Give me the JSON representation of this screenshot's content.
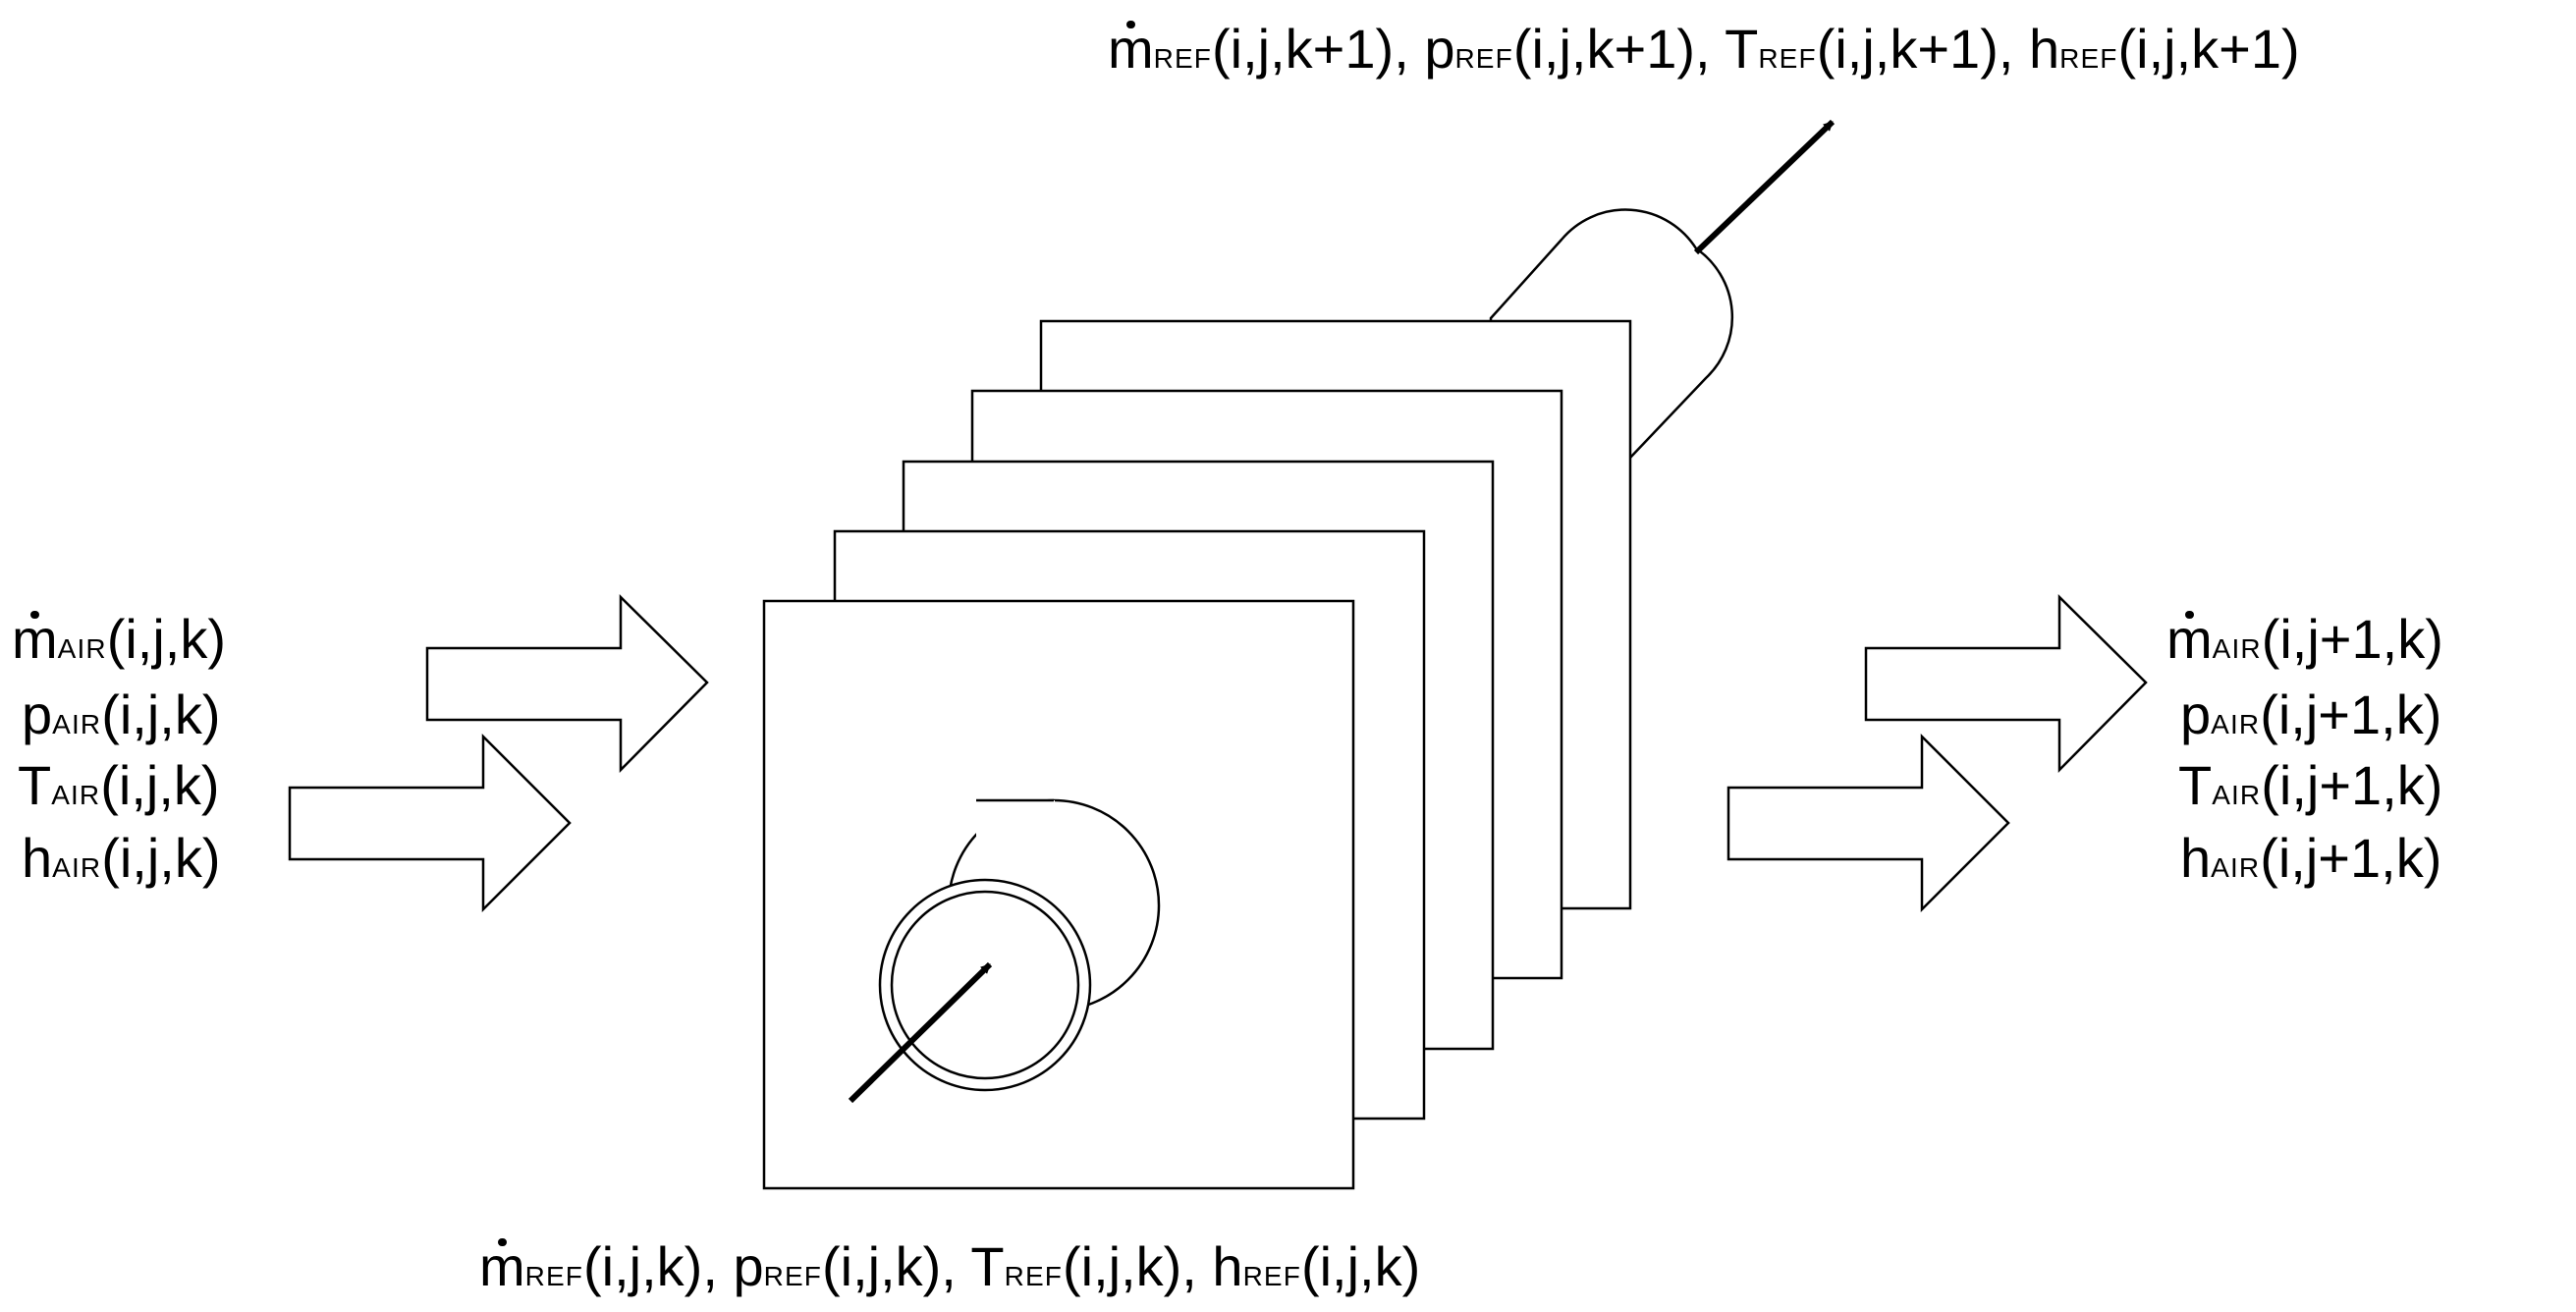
{
  "labels": {
    "top": {
      "m": {
        "base": "m",
        "sub": "REF",
        "args": "(i,j,k+1)"
      },
      "p": {
        "base": "p",
        "sub": "REF",
        "args": "(i,j,k+1)"
      },
      "T": {
        "base": "T",
        "sub": "REF",
        "args": "(i,j,k+1)"
      },
      "h": {
        "base": "h",
        "sub": "REF",
        "args": "(i,j,k+1)"
      },
      "sep": ", "
    },
    "bottom": {
      "m": {
        "base": "m",
        "sub": "REF",
        "args": "(i,j,k)"
      },
      "p": {
        "base": "p",
        "sub": "REF",
        "args": "(i,j,k)"
      },
      "T": {
        "base": "T",
        "sub": "REF",
        "args": "(i,j,k)"
      },
      "h": {
        "base": "h",
        "sub": "REF",
        "args": "(i,j,k)"
      },
      "sep": ", "
    },
    "left": {
      "m": {
        "base": "m",
        "sub": "AIR",
        "args": "(i,j,k)"
      },
      "p": {
        "base": "p",
        "sub": "AIR",
        "args": "(i,j,k)"
      },
      "T": {
        "base": "T",
        "sub": "AIR",
        "args": "(i,j,k)"
      },
      "h": {
        "base": "h",
        "sub": "AIR",
        "args": "(i,j,k)"
      }
    },
    "right": {
      "m": {
        "base": "m",
        "sub": "AIR",
        "args": "(i,j+1,k)"
      },
      "p": {
        "base": "p",
        "sub": "AIR",
        "args": "(i,j+1,k)"
      },
      "T": {
        "base": "T",
        "sub": "AIR",
        "args": "(i,j+1,k)"
      },
      "h": {
        "base": "h",
        "sub": "AIR",
        "args": "(i,j+1,k)"
      }
    }
  }
}
